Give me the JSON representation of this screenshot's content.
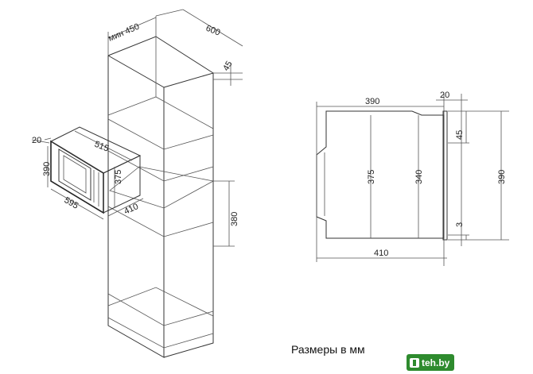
{
  "caption": "Размеры в мм",
  "logo": {
    "text": "teh.by",
    "icon": "teh-logo-icon"
  },
  "dimensions": {
    "cabinet_depth_min": "мин 450",
    "cabinet_width": "600",
    "cabinet_gap_top": "45",
    "micro_frame_thickness": "20",
    "micro_frame_height": "390",
    "micro_width": "515",
    "micro_height": "375",
    "micro_frame_width": "595",
    "micro_depth": "410",
    "niche_height": "380",
    "side_depth": "390",
    "side_frame_thickness": "20",
    "side_gap_top": "45",
    "side_height": "375",
    "side_inner_height": "340",
    "side_frame_height": "390",
    "side_gap_bottom": "3",
    "side_total_depth": "410"
  },
  "colors": {
    "lines": "#333333",
    "brand": "#2e8b2e"
  }
}
